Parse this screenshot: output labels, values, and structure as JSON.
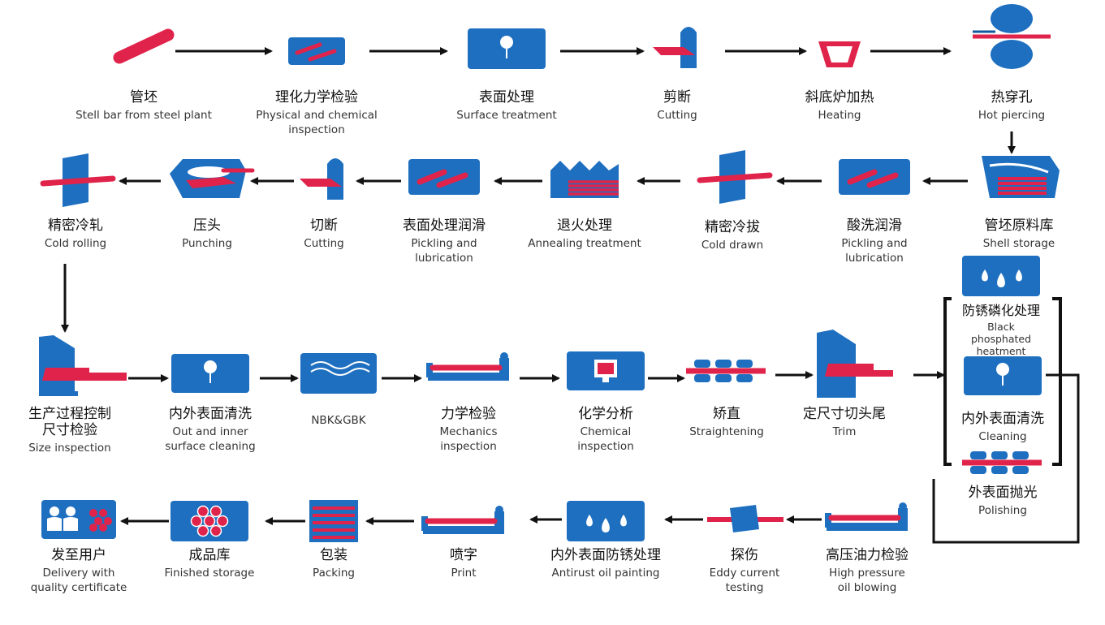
{
  "colors": {
    "blue": "#1E6FC0",
    "dark_blue": "#12599E",
    "red": "#E0234A",
    "black": "#111111"
  },
  "steps": [
    {
      "id": "steel-bar",
      "icon": "steel-bar-icon",
      "cn": "管坯",
      "en": "Stell bar from steel plant"
    },
    {
      "id": "phys-chem-inspection",
      "icon": "inspection-box-icon",
      "cn": "理化力学检验",
      "en": "Physical and chemical\ninspection"
    },
    {
      "id": "surface-treatment",
      "icon": "surface-treatment-icon",
      "cn": "表面处理",
      "en": "Surface treatment"
    },
    {
      "id": "cutting-1",
      "icon": "cutting-icon",
      "cn": "剪断",
      "en": "Cutting"
    },
    {
      "id": "heating",
      "icon": "furnace-icon",
      "cn": "斜底炉加热",
      "en": "Heating"
    },
    {
      "id": "hot-piercing",
      "icon": "piercing-rollers-icon",
      "cn": "热穿孔",
      "en": "Hot piercing"
    },
    {
      "id": "shell-storage",
      "icon": "shell-storage-icon",
      "cn": "管坯原料库",
      "en": "Shell storage"
    },
    {
      "id": "pickling-1",
      "icon": "pickling-tank-icon",
      "cn": "酸洗润滑",
      "en": "Pickling and\nlubrication"
    },
    {
      "id": "cold-drawn",
      "icon": "die-plate-icon",
      "cn": "精密冷拔",
      "en": "Cold drawn"
    },
    {
      "id": "annealing",
      "icon": "annealing-furnace-icon",
      "cn": "退火处理",
      "en": "Annealing treatment"
    },
    {
      "id": "pickling-2",
      "icon": "pickling-tank-icon",
      "cn": "表面处理润滑",
      "en": "Pickling and\nlubrication"
    },
    {
      "id": "cutting-2",
      "icon": "cutting-icon",
      "cn": "切断",
      "en": "Cutting"
    },
    {
      "id": "punching",
      "icon": "punching-icon",
      "cn": "压头",
      "en": "Punching"
    },
    {
      "id": "cold-rolling",
      "icon": "die-plate-icon",
      "cn": "精密冷轧",
      "en": "Cold rolling"
    },
    {
      "id": "size-inspection",
      "icon": "size-inspection-icon",
      "cn": "生产过程控制\n尺寸检验",
      "en": "Size inspection"
    },
    {
      "id": "surface-cleaning",
      "icon": "cleaning-box-icon",
      "cn": "内外表面清洗",
      "en": "Out and inner\nsurface cleaning"
    },
    {
      "id": "nbk-gbk",
      "icon": "nbk-furnace-icon",
      "cn": "",
      "en": "NBK&GBK"
    },
    {
      "id": "mechanics-inspection",
      "icon": "test-bench-icon",
      "cn": "力学检验",
      "en": "Mechanics\ninspection"
    },
    {
      "id": "chemical-inspection",
      "icon": "monitor-icon",
      "cn": "化学分析",
      "en": "Chemical\ninspection"
    },
    {
      "id": "straightening",
      "icon": "straightening-rollers-icon",
      "cn": "矫直",
      "en": "Straightening"
    },
    {
      "id": "trim",
      "icon": "trim-saw-icon",
      "cn": "定尺寸切头尾",
      "en": "Trim"
    },
    {
      "id": "black-phosphated",
      "icon": "drops-icon",
      "cn": "防锈磷化处理",
      "en": "Black\nphosphated\nheatment"
    },
    {
      "id": "cleaning",
      "icon": "cleaning-box-icon",
      "cn": "内外表面清洗",
      "en": "Cleaning"
    },
    {
      "id": "polishing",
      "icon": "polishing-rollers-icon",
      "cn": "外表面抛光",
      "en": "Polishing"
    },
    {
      "id": "oil-blowing",
      "icon": "pressure-test-icon",
      "cn": "高压油力检验",
      "en": "High pressure\noil blowing"
    },
    {
      "id": "eddy-testing",
      "icon": "eddy-coil-icon",
      "cn": "探伤",
      "en": "Eddy current\ntesting"
    },
    {
      "id": "antirust",
      "icon": "drops-icon",
      "cn": "内外表面防锈处理",
      "en": "Antirust oil painting"
    },
    {
      "id": "print",
      "icon": "print-bench-icon",
      "cn": "喷字",
      "en": "Print"
    },
    {
      "id": "packing",
      "icon": "bundle-icon",
      "cn": "包装",
      "en": "Packing"
    },
    {
      "id": "finished-storage",
      "icon": "hex-bundle-icon",
      "cn": "成品库",
      "en": "Finished storage"
    },
    {
      "id": "delivery",
      "icon": "customers-icon",
      "cn": "发至用户",
      "en": "Delivery with\nquality certificate"
    }
  ]
}
